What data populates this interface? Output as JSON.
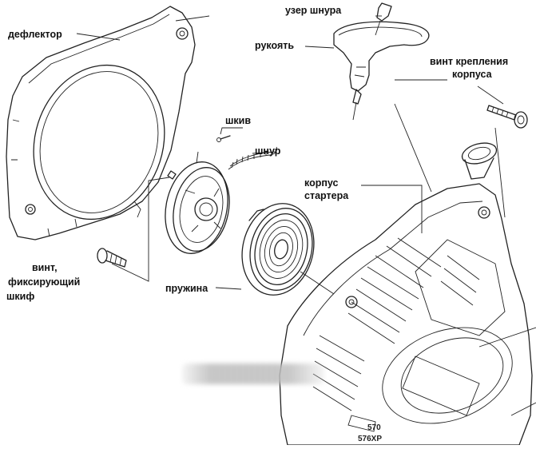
{
  "labels": {
    "deflector": "дефлектор",
    "cord_knot": "узер шнура",
    "handle": "рукоять",
    "housing_screw_1": "винт крепления",
    "housing_screw_2": "корпуса",
    "pulley": "шкив",
    "cord": "шнур",
    "starter_housing_1": "корпус",
    "starter_housing_2": "стартера",
    "pulley_screw_1": "винт,",
    "pulley_screw_2": "фиксирующий",
    "pulley_screw_3": "шкиф",
    "spring": "пружина"
  },
  "model_marks": {
    "line1": "570",
    "line2": "576XP"
  }
}
